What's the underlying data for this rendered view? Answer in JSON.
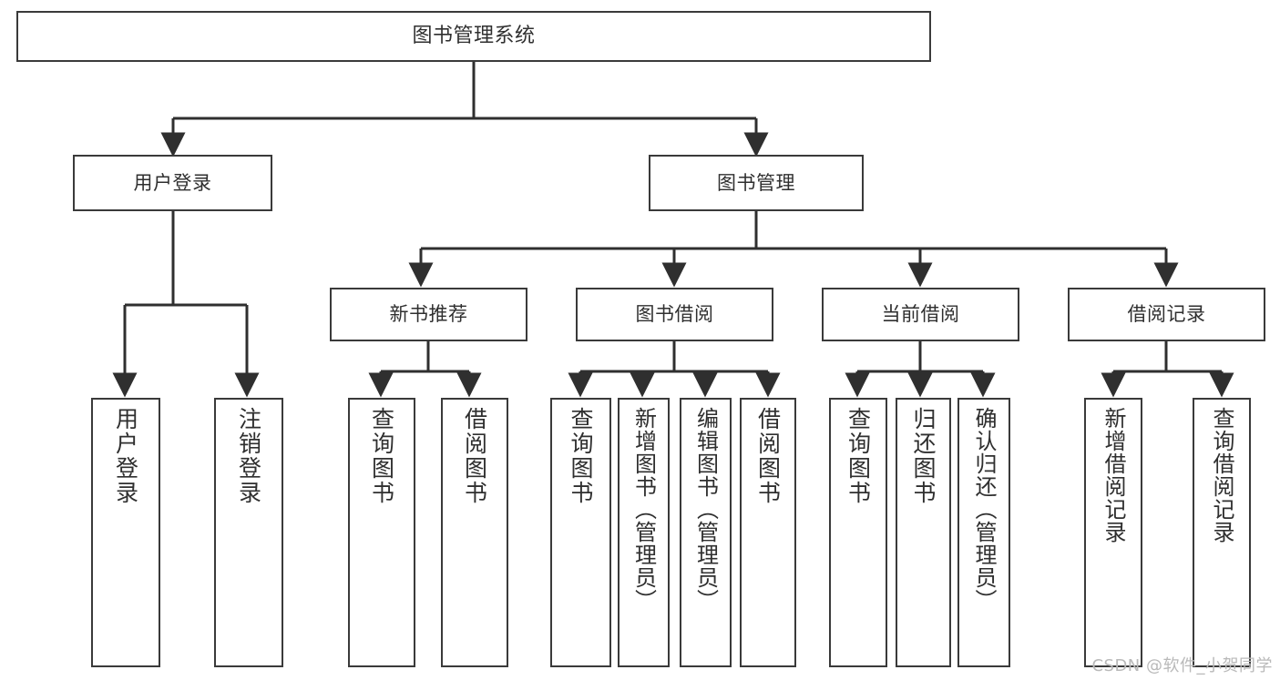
{
  "diagram": {
    "type": "tree",
    "title": "图书管理系统",
    "orientation": "top-down",
    "colors": {
      "background": "#ffffff",
      "box_border": "#3a3a3a",
      "box_fill": "#ffffff",
      "text": "#2f2f2f",
      "edge": "#2f2f2f",
      "watermark": "#b9b9b9"
    },
    "root": {
      "label": "图书管理系统"
    },
    "level1": [
      {
        "label": "用户登录"
      },
      {
        "label": "图书管理"
      }
    ],
    "level2": [
      {
        "label": "新书推荐"
      },
      {
        "label": "图书借阅"
      },
      {
        "label": "当前借阅"
      },
      {
        "label": "借阅记录"
      }
    ],
    "leaves": {
      "user_login": [
        {
          "label": "用户登录"
        },
        {
          "label": "注销登录"
        }
      ],
      "new_book_recommend": [
        {
          "label": "查询图书"
        },
        {
          "label": "借阅图书"
        }
      ],
      "book_borrow": [
        {
          "label": "查询图书"
        },
        {
          "label": "新增图书（管理员）"
        },
        {
          "label": "编辑图书（管理员）"
        },
        {
          "label": "借阅图书"
        }
      ],
      "current_borrow": [
        {
          "label": "查询图书"
        },
        {
          "label": "归还图书"
        },
        {
          "label": "确认归还（管理员）"
        }
      ],
      "borrow_records": [
        {
          "label": "新增借阅记录"
        },
        {
          "label": "查询借阅记录"
        }
      ]
    },
    "watermark": "CSDN @软件_小贺同学"
  }
}
